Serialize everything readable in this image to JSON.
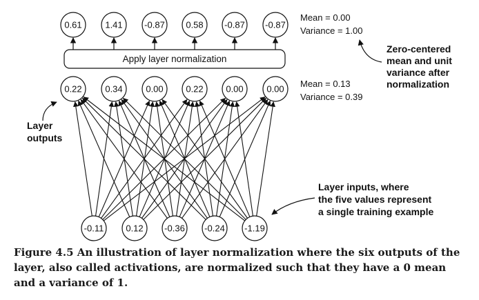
{
  "diagram": {
    "normalized_outputs": [
      "0.61",
      "1.41",
      "-0.87",
      "0.58",
      "-0.87",
      "-0.87"
    ],
    "layer_outputs": [
      "0.22",
      "0.34",
      "0.00",
      "0.22",
      "0.00",
      "0.00"
    ],
    "layer_inputs": [
      "-0.11",
      "0.12",
      "-0.36",
      "-0.24",
      "-1.19"
    ],
    "normalization_box_label": "Apply layer normalization",
    "stats_after": {
      "mean": "Mean = 0.00",
      "variance": "Variance = 1.00"
    },
    "stats_before": {
      "mean": "Mean = 0.13",
      "variance": "Variance = 0.39"
    },
    "annotations": {
      "zero_centered": [
        "Zero-centered",
        "mean and unit",
        "variance after",
        "normalization"
      ],
      "layer_outputs": [
        "Layer",
        "outputs"
      ],
      "layer_inputs": [
        "Layer inputs, where",
        "the five values represent",
        "a single training example"
      ]
    }
  },
  "caption": {
    "label": "Figure 4.5",
    "text": " An illustration of layer normalization where the six outputs of the layer, also called activations, are normalized such that they have a 0 mean and a variance of 1."
  }
}
